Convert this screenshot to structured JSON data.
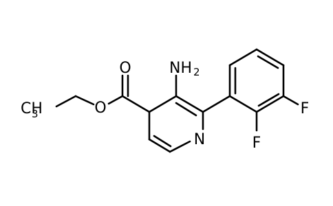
{
  "molecule": {
    "labels": {
      "carbonyl_oxygen": "O",
      "ester_oxygen": "O",
      "methyl_c": "C",
      "methyl_h": "H",
      "methyl_count": "3",
      "amine_n": "N",
      "amine_h": "H",
      "amine_count": "2",
      "ring_nitrogen": "N",
      "fluorine_1": "F",
      "fluorine_2": "F"
    }
  }
}
